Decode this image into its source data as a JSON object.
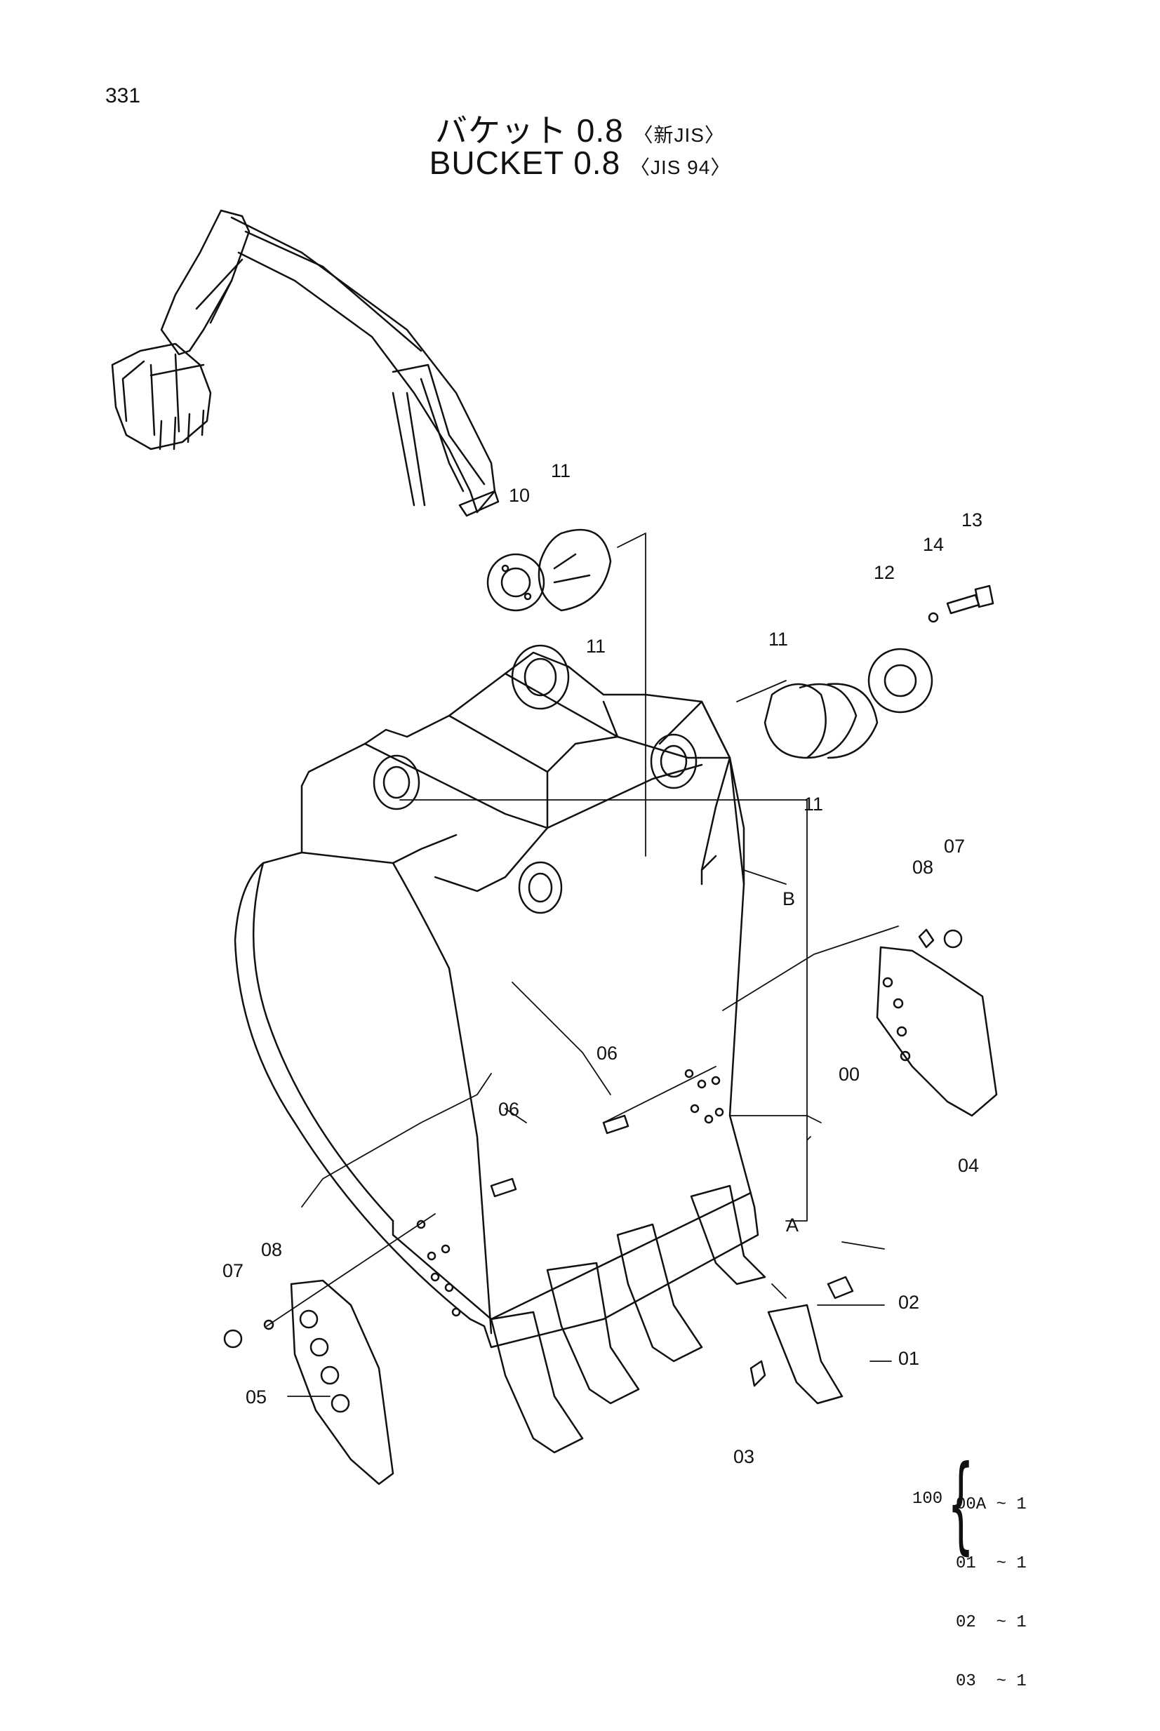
{
  "page_number": "331",
  "title": {
    "jp_main": "バケット 0.8",
    "jp_spec": "〈新JIS〉",
    "en_main": "BUCKET  0.8",
    "en_spec": "〈JIS 94〉"
  },
  "callouts": {
    "c00": "00",
    "c01": "01",
    "c02": "02",
    "c03": "03",
    "c04": "04",
    "c05": "05",
    "c06a": "06",
    "c06b": "06",
    "c07a": "07",
    "c07b": "07",
    "c08a": "08",
    "c08b": "08",
    "c10": "10",
    "c11a": "11",
    "c11b": "11",
    "c11c": "11",
    "c11d": "11",
    "c12": "12",
    "c13": "13",
    "c14": "14",
    "cA": "A",
    "cB": "B"
  },
  "bom": {
    "assembly_code": "100",
    "lines": [
      "00A ~ 1",
      "01  ~ 1",
      "02  ~ 1",
      "03  ~ 1"
    ]
  }
}
